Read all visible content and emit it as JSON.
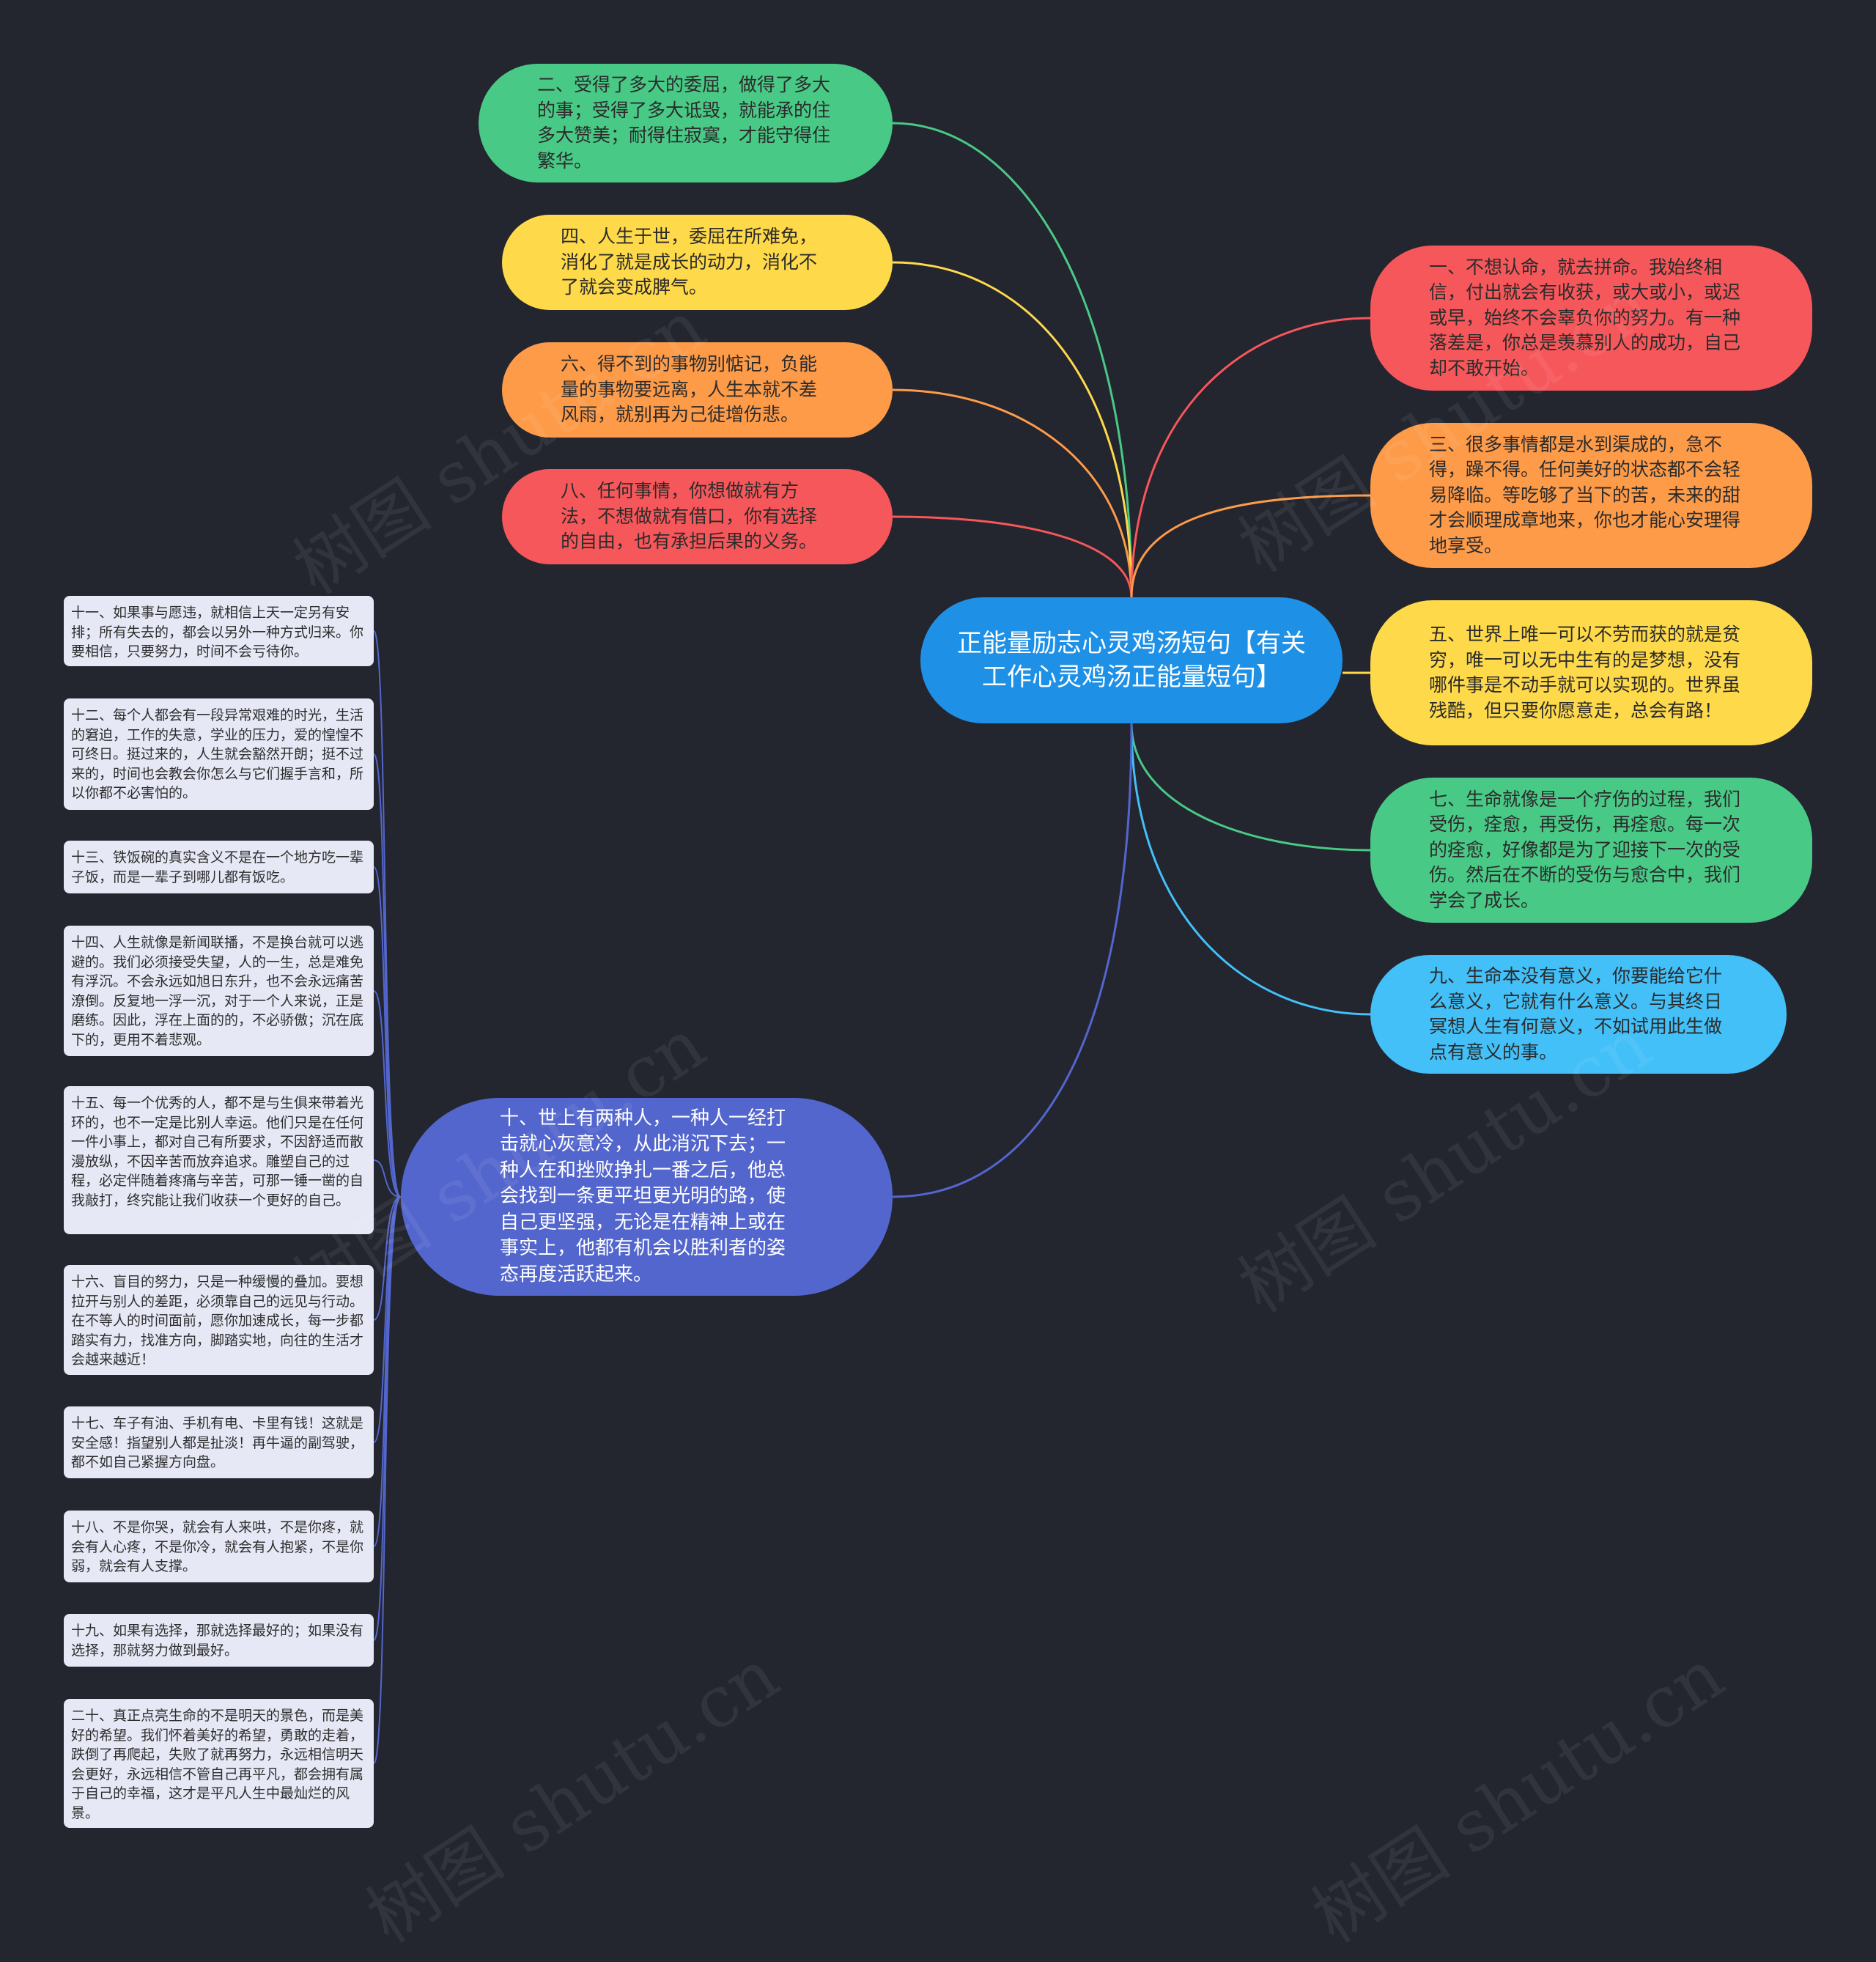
{
  "title": "正能量励志心灵鸡汤短句【有关工作心灵鸡汤正能量短句】",
  "colors": {
    "background": "#23252f",
    "root": "#1e90e6",
    "green": "#49c986",
    "yellow": "#fed94a",
    "orange": "#fd9b49",
    "red": "#f6575a",
    "cyan": "#43c0f8",
    "indigo": "#5366cd",
    "card": "#e6e8f6"
  },
  "left_branches": [
    {
      "text": "二、受得了多大的委屈，做得了多大的事；受得了多大诋毁，就能承的住多大赞美；耐得住寂寞，才能守得住繁华。",
      "color": "green"
    },
    {
      "text": "四、人生于世，委屈在所难免，消化了就是成长的动力，消化不了就会变成脾气。",
      "color": "yellow"
    },
    {
      "text": "六、得不到的事物别惦记，负能量的事物要远离，人生本就不差风雨，就别再为己徒增伤悲。",
      "color": "orange"
    },
    {
      "text": "八、任何事情，你想做就有方法，不想做就有借口，你有选择的自由，也有承担后果的义务。",
      "color": "red"
    }
  ],
  "right_branches": [
    {
      "text": "一、不想认命，就去拼命。我始终相信，付出就会有收获，或大或小，或迟或早，始终不会辜负你的努力。有一种落差是，你总是羡慕别人的成功，自己却不敢开始。",
      "color": "red"
    },
    {
      "text": "三、很多事情都是水到渠成的，急不得，躁不得。任何美好的状态都不会轻易降临。等吃够了当下的苦，未来的甜才会顺理成章地来，你也才能心安理得地享受。",
      "color": "orange"
    },
    {
      "text": "五、世界上唯一可以不劳而获的就是贫穷，唯一可以无中生有的是梦想，没有哪件事是不动手就可以实现的。世界虽残酷，但只要你愿意走，总会有路！",
      "color": "yellow"
    },
    {
      "text": "七、生命就像是一个疗伤的过程，我们受伤，痊愈，再受伤，再痊愈。每一次的痊愈，好像都是为了迎接下一次的受伤。然后在不断的受伤与愈合中，我们学会了成长。",
      "color": "green"
    },
    {
      "text": "九、生命本没有意义，你要能给它什么意义，它就有什么意义。与其终日冥想人生有何意义，不如试用此生做点有意义的事。",
      "color": "cyan"
    }
  ],
  "ten_branch": {
    "text": "十、世上有两种人，一种人一经打击就心灰意冷，从此消沉下去；一种人在和挫败挣扎一番之后，他总会找到一条更平坦更光明的路，使自己更坚强，无论是在精神上或在事实上，他都有机会以胜利者的姿态再度活跃起来。",
    "color": "indigo"
  },
  "sub_items": [
    "十一、如果事与愿违，就相信上天一定另有安排；所有失去的，都会以另外一种方式归来。你要相信，只要努力，时间不会亏待你。",
    "十二、每个人都会有一段异常艰难的时光，生活的窘迫，工作的失意，学业的压力，爱的惶惶不可终日。挺过来的，人生就会豁然开朗；挺不过来的，时间也会教会你怎么与它们握手言和，所以你都不必害怕的。",
    "十三、铁饭碗的真实含义不是在一个地方吃一辈子饭，而是一辈子到哪儿都有饭吃。",
    "十四、人生就像是新闻联播，不是换台就可以逃避的。我们必须接受失望，人的一生，总是难免有浮沉。不会永远如旭日东升，也不会永远痛苦潦倒。反复地一浮一沉，对于一个人来说，正是磨练。因此，浮在上面的的，不必骄傲；沉在底下的，更用不着悲观。",
    "十五、每一个优秀的人，都不是与生俱来带着光环的，也不一定是比别人幸运。他们只是在任何一件小事上，都对自己有所要求，不因舒适而散漫放纵，不因辛苦而放弃追求。雕塑自己的过程，必定伴随着疼痛与辛苦，可那一锤一凿的自我敲打，终究能让我们收获一个更好的自己。",
    "十六、盲目的努力，只是一种缓慢的叠加。要想拉开与别人的差距，必须靠自己的远见与行动。在不等人的时间面前，愿你加速成长，每一步都踏实有力，找准方向，脚踏实地，向往的生活才会越来越近！",
    "十七、车子有油、手机有电、卡里有钱！这就是安全感！指望别人都是扯淡！再牛逼的副驾驶，都不如自己紧握方向盘。",
    "十八、不是你哭，就会有人来哄，不是你疼，就会有人心疼，不是你冷，就会有人抱紧，不是你弱，就会有人支撑。",
    "十九、如果有选择，那就选择最好的；如果没有选择，那就努力做到最好。",
    "二十、真正点亮生命的不是明天的景色，而是美好的希望。我们怀着美好的希望，勇敢的走着，跌倒了再爬起，失败了就再努力，永远相信明天会更好，永远相信不管自己再平凡，都会拥有属于自己的幸福，这才是平凡人生中最灿烂的风景。"
  ],
  "watermark": "树图 shutu.cn"
}
